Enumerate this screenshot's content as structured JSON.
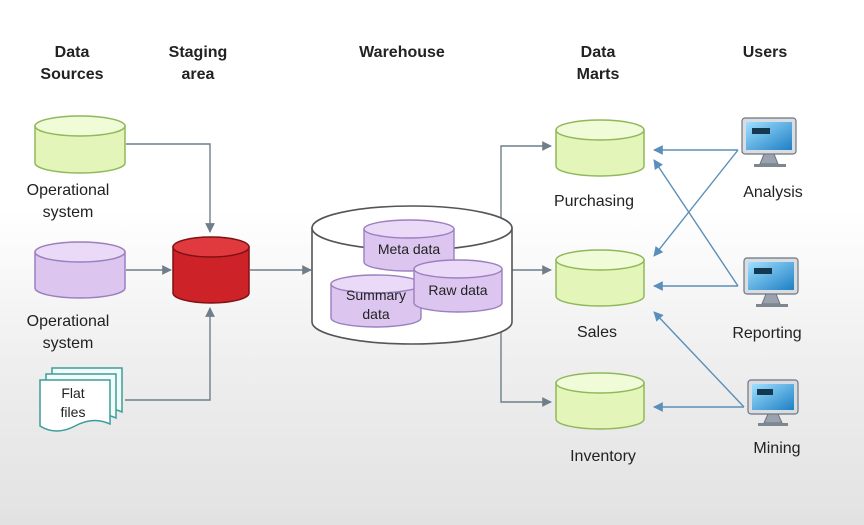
{
  "headers": {
    "data_sources": [
      "Data",
      "Sources"
    ],
    "staging_area": [
      "Staging",
      "area"
    ],
    "warehouse": "Warehouse",
    "data_marts": [
      "Data",
      "Marts"
    ],
    "users": "Users"
  },
  "sources": {
    "operational_1": [
      "Operational",
      "system"
    ],
    "operational_2": [
      "Operational",
      "system"
    ],
    "flat_files": [
      "Flat",
      "files"
    ]
  },
  "warehouse": {
    "meta_data": "Meta data",
    "raw_data": "Raw data",
    "summary_data": [
      "Summary",
      "data"
    ]
  },
  "marts": {
    "purchasing": "Purchasing",
    "sales": "Sales",
    "inventory": "Inventory"
  },
  "users": {
    "analysis": "Analysis",
    "reporting": "Reporting",
    "mining": "Mining"
  },
  "colors": {
    "green_fill": "#e3f5b8",
    "green_stroke": "#90b85a",
    "purple_fill": "#dcc6ef",
    "purple_stroke": "#9b7fbf",
    "red_fill": "#cc2228",
    "red_stroke": "#7f1014",
    "teal_stroke": "#3a9e9a",
    "gray_arrow": "#6f7f8a",
    "blue_arrow": "#5b8fb9"
  }
}
